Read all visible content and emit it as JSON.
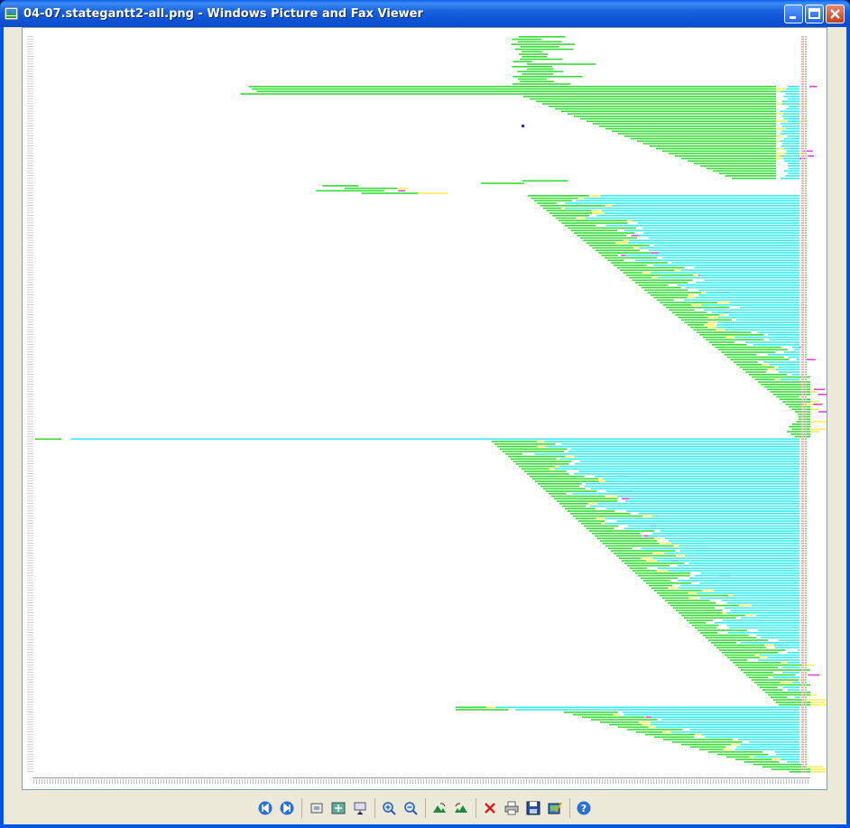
{
  "window": {
    "title": "04-07.stategantt2-all.png - Windows Picture and Fax Viewer"
  },
  "titlebar_buttons": {
    "minimize_icon": "minimize-icon",
    "maximize_icon": "maximize-icon",
    "close_icon": "close-icon"
  },
  "image": {
    "description_colors": {
      "running": "#33dd33",
      "idle": "#33eeee",
      "waiting": "#ffee55",
      "blocked": "#dd44dd",
      "blue": "#2233cc"
    }
  },
  "toolbar": {
    "buttons": [
      {
        "name": "previous-image-button",
        "icon": "previous-icon"
      },
      {
        "name": "next-image-button",
        "icon": "next-icon"
      },
      {
        "name": "best-fit-button",
        "icon": "best-fit-icon"
      },
      {
        "name": "actual-size-button",
        "icon": "actual-size-icon"
      },
      {
        "name": "slideshow-button",
        "icon": "slideshow-icon"
      },
      {
        "name": "zoom-in-button",
        "icon": "zoom-in-icon"
      },
      {
        "name": "zoom-out-button",
        "icon": "zoom-out-icon"
      },
      {
        "name": "rotate-clockwise-button",
        "icon": "rotate-clockwise-icon"
      },
      {
        "name": "rotate-counterclockwise-button",
        "icon": "rotate-counterclockwise-icon"
      },
      {
        "name": "delete-button",
        "icon": "delete-icon"
      },
      {
        "name": "print-button",
        "icon": "print-icon"
      },
      {
        "name": "save-button",
        "icon": "save-icon"
      },
      {
        "name": "edit-button",
        "icon": "edit-icon"
      },
      {
        "name": "help-button",
        "icon": "help-icon"
      }
    ]
  }
}
